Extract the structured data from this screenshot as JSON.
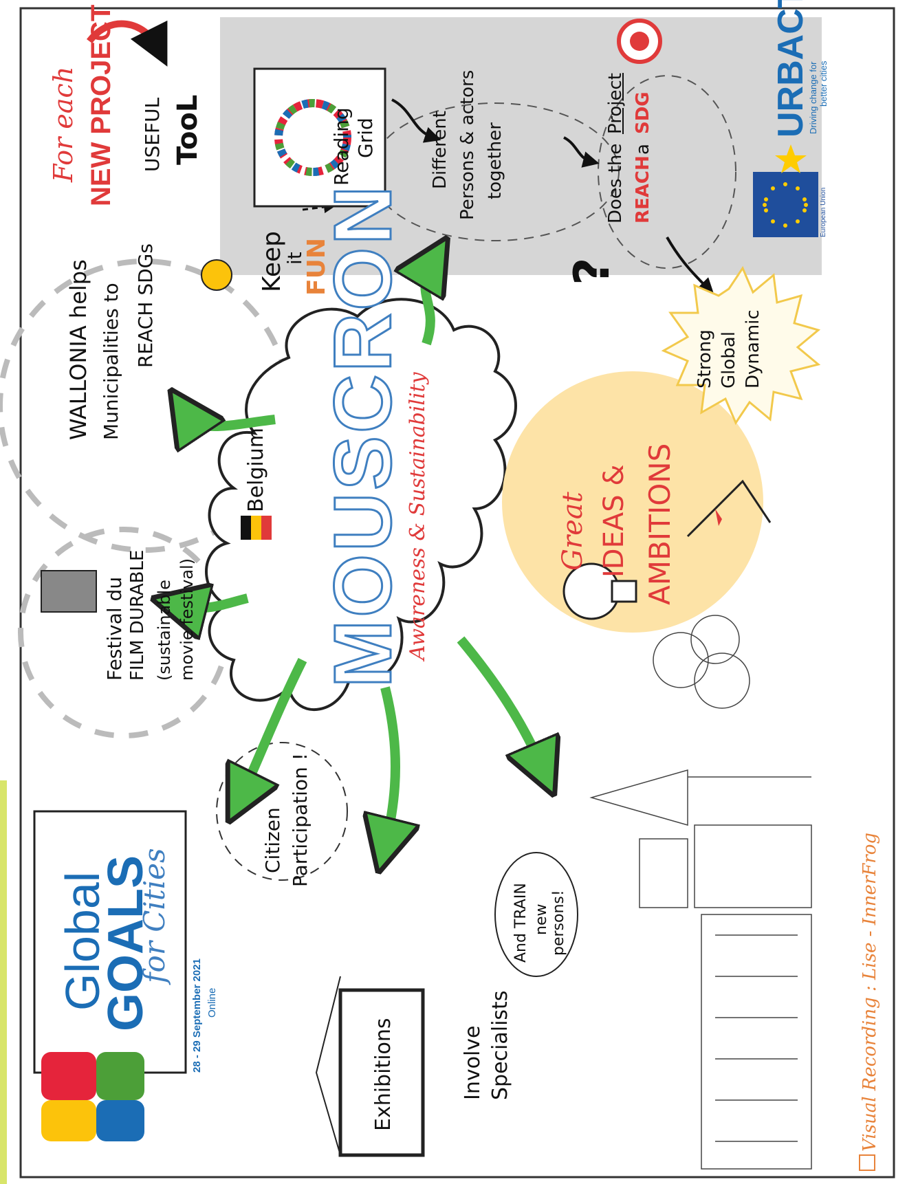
{
  "logo": {
    "global": "Global",
    "goals": "GOALS",
    "for_cities": "for Cities",
    "dates": "28 - 29 September 2021",
    "online": "Online"
  },
  "center": {
    "title": "MOUSCRON",
    "subtitle": "Awareness & Sustainability",
    "country": "Belgium"
  },
  "film": {
    "line1": "Festival du",
    "line2": "FILM DURABLE",
    "line3": "(sustainable",
    "line4": "movie festival)"
  },
  "wallonia": {
    "line1": "WALLONIA helps",
    "line2": "Municipalities to",
    "line3": "REACH SDGs"
  },
  "fun": {
    "keep": "Keep",
    "it": "it",
    "fun": "FUN"
  },
  "project": {
    "for_each": "For each",
    "new_project": "NEW PROJECT",
    "useful": "USEFUL",
    "tool": "TooL",
    "reading": "Reading",
    "grid": "Grid"
  },
  "persons": {
    "line1": "Different",
    "line2": "Persons & actors",
    "line3": "together"
  },
  "reach": {
    "line1": "Does the",
    "project": "Project",
    "line2": "REACH",
    "a": "a",
    "sdg": "SDG",
    "q": "?"
  },
  "dynamic": {
    "line1": "Strong",
    "line2": "Global",
    "line3": "Dynamic"
  },
  "ideas": {
    "line1": "Great",
    "line2": "IDEAS &",
    "line3": "AMBITIONS"
  },
  "citizen": {
    "line1": "Citizen",
    "line2": "Participation !"
  },
  "exhibitions": {
    "label": "Exhibitions"
  },
  "specialists": {
    "line1": "Involve",
    "line2": "Specialists",
    "train1": "And TRAIN",
    "train2": "new",
    "train3": "persons!"
  },
  "eu": {
    "label": "European Union"
  },
  "urbact": {
    "name": "URBACT",
    "tagline1": "Driving change for",
    "tagline2": "better cities"
  },
  "credit": {
    "text": "Visual Recording : Lise - InnerFrog"
  },
  "colors": {
    "gray_panel": "#d6d6d6",
    "green_arrow": "#4db848",
    "red_text": "#e03a3a",
    "blue_text": "#3f7fc0",
    "yellow_fill": "#fde3a7",
    "logo_red": "#e5243b",
    "logo_yellow": "#fcc30b",
    "logo_green": "#4c9f38",
    "logo_blue": "#1b6db5",
    "eu_blue": "#1f4e9c",
    "eu_star": "#ffcc00"
  }
}
